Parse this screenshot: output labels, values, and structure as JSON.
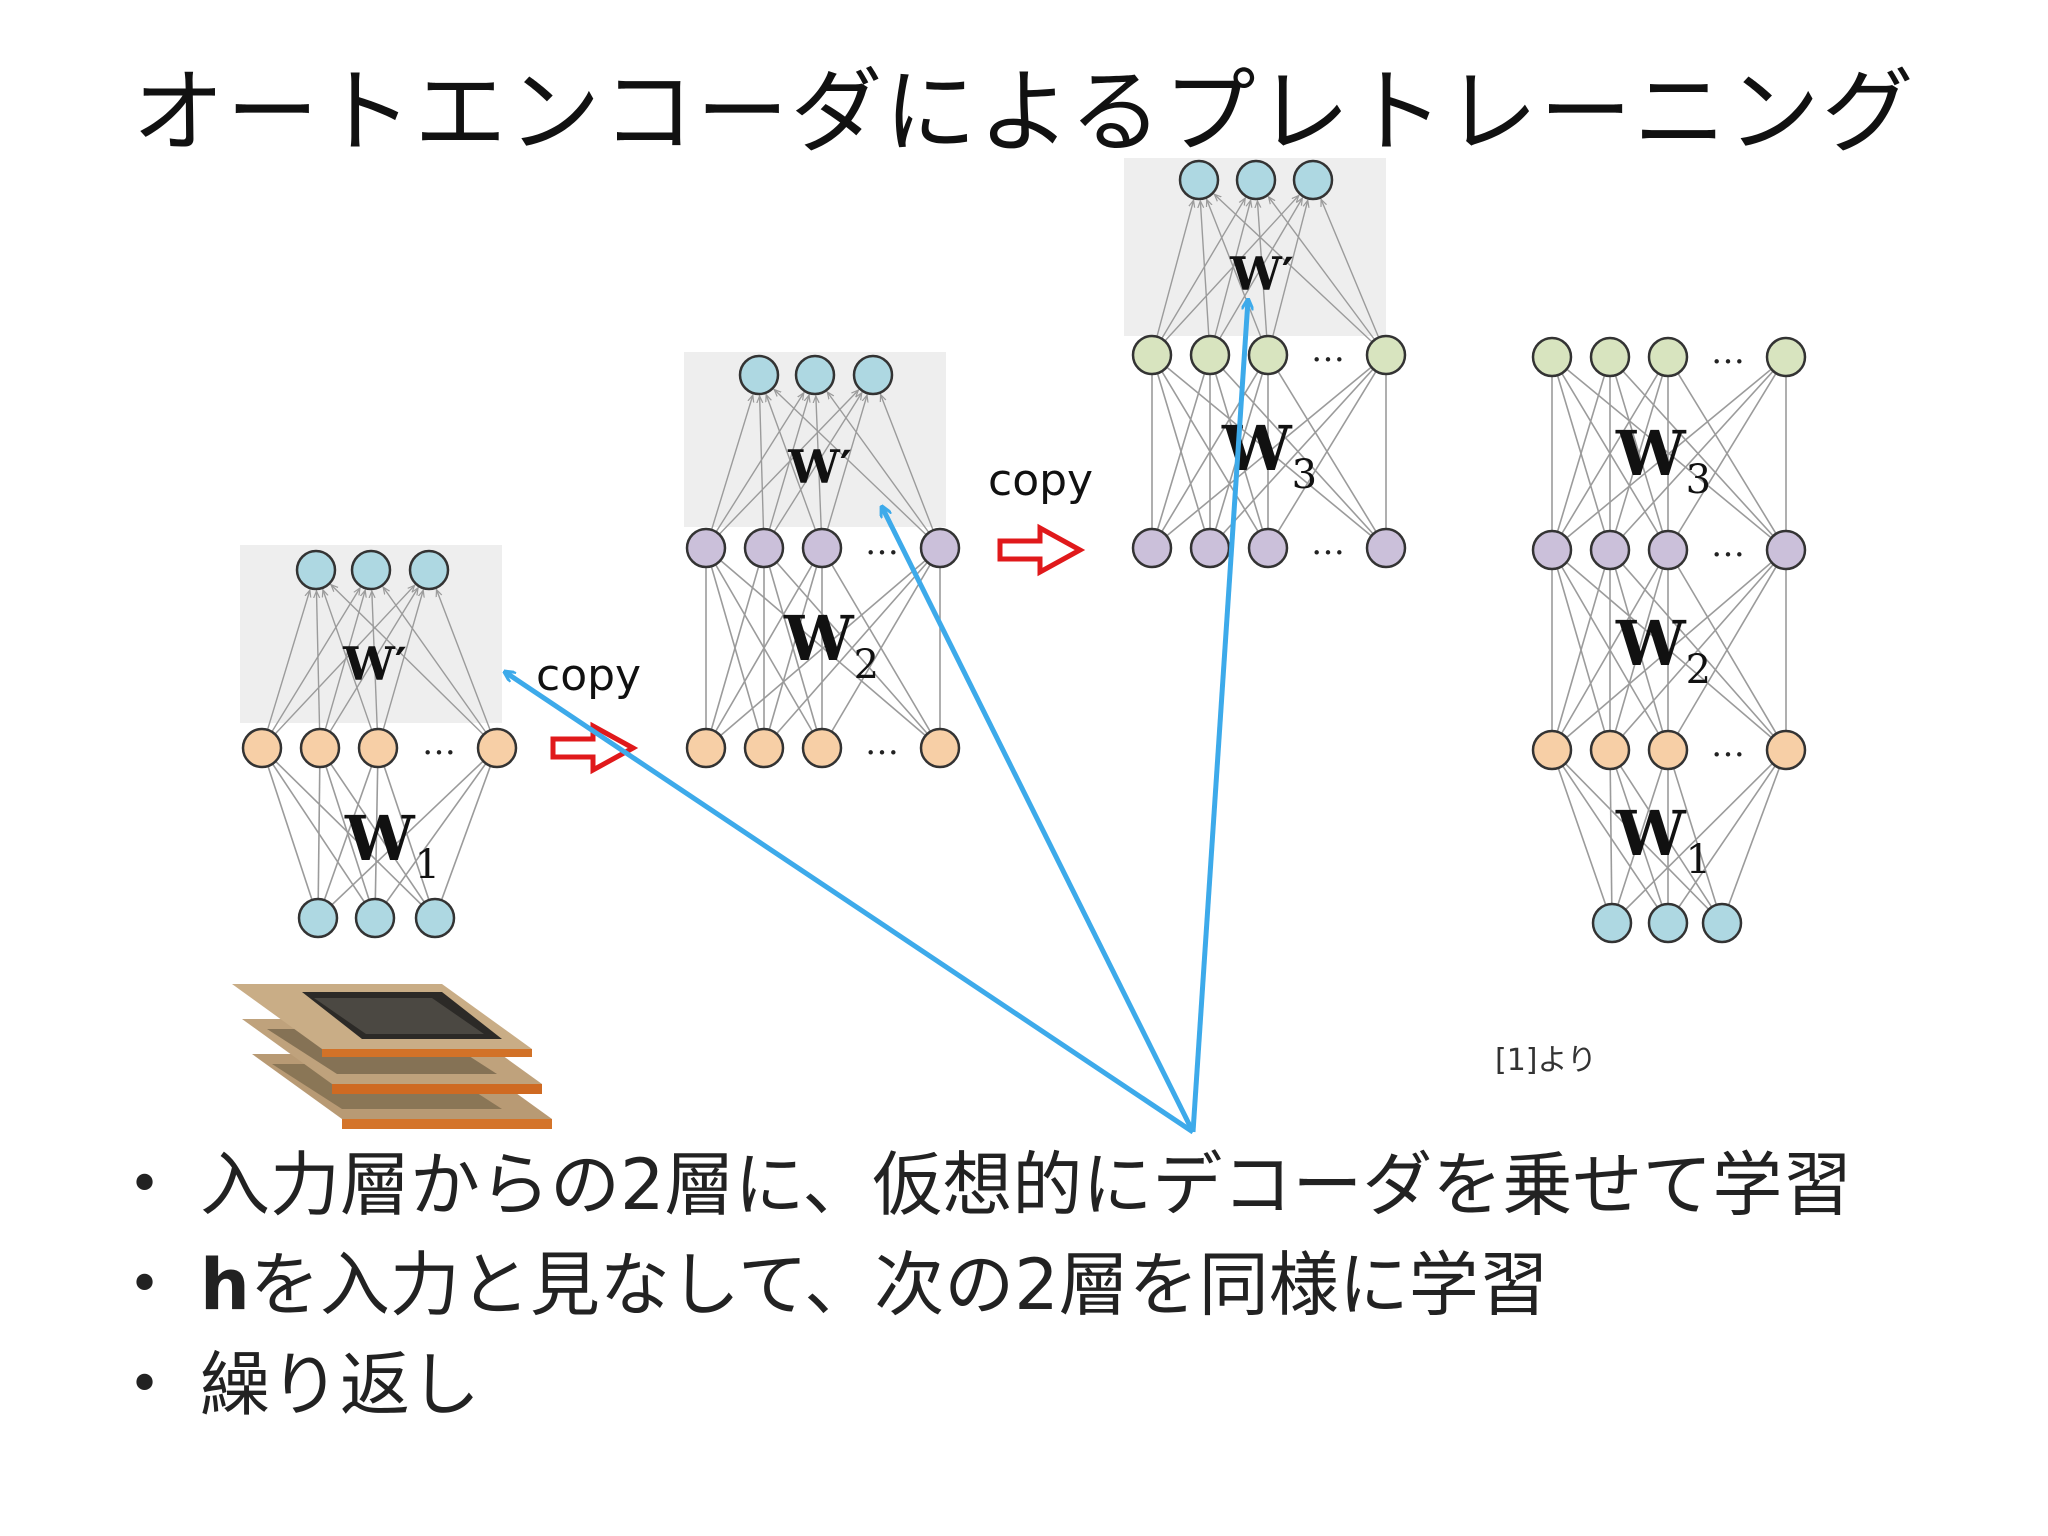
{
  "title": "オートエンコーダによるプレトレーニング",
  "labels": {
    "w_prime": "W′",
    "copy": "copy",
    "ellipsis": "…",
    "weights": [
      {
        "base": "W",
        "sub": "1"
      },
      {
        "base": "W",
        "sub": "2"
      },
      {
        "base": "W",
        "sub": "3"
      }
    ]
  },
  "source_note": "[1]より",
  "bullets": [
    {
      "bold": "",
      "text": "入力層からの2層に、仮想的にデコーダを乗せて学習"
    },
    {
      "bold": "h",
      "text": "を入力と見なして、次の2層を同様に学習"
    },
    {
      "bold": "",
      "text": "繰り返し"
    }
  ],
  "bullet_symbol": "•",
  "colors": {
    "input_node": "#aed8e2",
    "layer1_node": "#f7cfa6",
    "layer2_node": "#cbc0da",
    "layer3_node": "#d8e4bf",
    "decoder_box": "#eeeeee",
    "copy_arrow": "#e0191b",
    "pointer_arrow": "#3daaea",
    "edge": "#9b9b9b"
  }
}
